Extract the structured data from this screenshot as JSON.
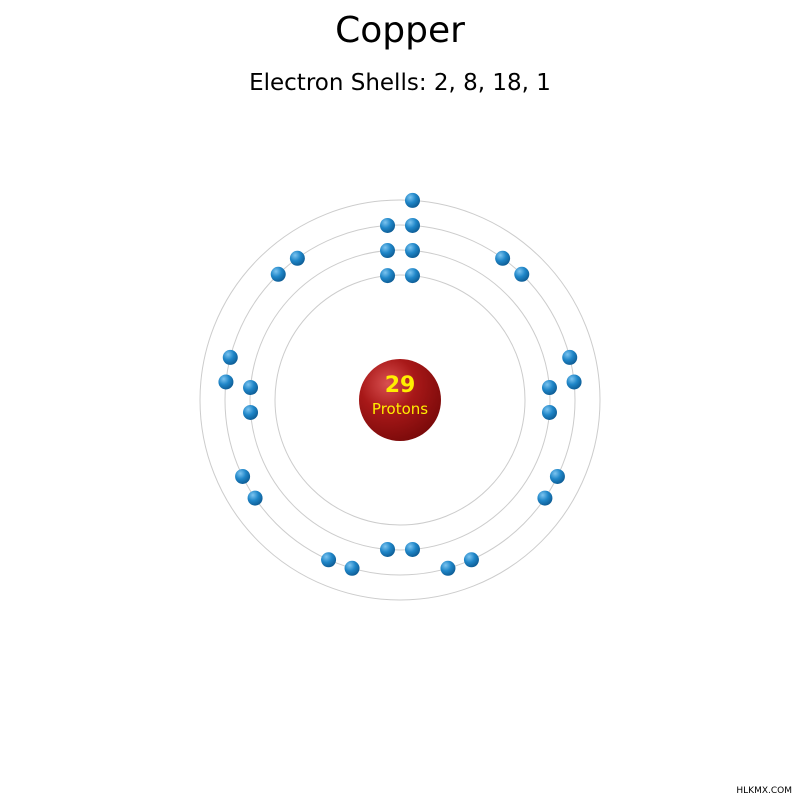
{
  "element": {
    "name": "Copper",
    "subtitle": "Electron Shells: 2, 8, 18, 1",
    "protons": "29",
    "protons_label": "Protons",
    "shells": [
      2,
      8,
      18,
      1
    ]
  },
  "colors": {
    "nucleus": "#9a1010",
    "nucleus_text": "#ffee00",
    "electron": "#1a7fc0",
    "orbit": "#cccccc"
  },
  "watermark": "HLKMX.COM"
}
